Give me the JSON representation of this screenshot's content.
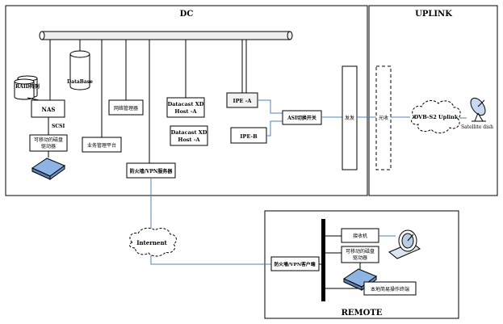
{
  "regions": {
    "dc": "DC",
    "uplink": "UPLINK",
    "remote": "REMOTE"
  },
  "nodes": {
    "raid": "RAID阵列",
    "database": "DataBase",
    "nas": "NAS",
    "scsi": "SCSI",
    "removable_drive_dc": [
      "可移动的磁盘",
      "驱动器"
    ],
    "business_platform": "业务管理平台",
    "network_manager": "网络管理器",
    "datacast_host_a1": [
      "Datacast XD",
      "Host -A"
    ],
    "datacast_host_a2": [
      "Datacast XD",
      "Host -A"
    ],
    "ipe_a": "IPE -A",
    "ipe_b": "IPE-B",
    "asi_switch": "ASI切换开关",
    "transmit": "发发",
    "firewall_vpn_server": "防火墙/VPN服务器",
    "receive": "光收",
    "dvb_s2_uplink": "DVB-S2 Uplink",
    "satellite_dish": "Satellite dish",
    "internet": "Internent",
    "receiver": "接收机",
    "removable_drive_remote": [
      "可移动的磁盘",
      "驱动器"
    ],
    "firewall_vpn_client": "防火墙/VPN客户端",
    "local_ops_terminal": "本地简易操作终端"
  },
  "colors": {
    "line": "#000000",
    "link": "#4f81bd",
    "drive": "#8eb4e3",
    "pipe": "#eeeeee",
    "ipe_a_fill": "#f2f2f2"
  }
}
